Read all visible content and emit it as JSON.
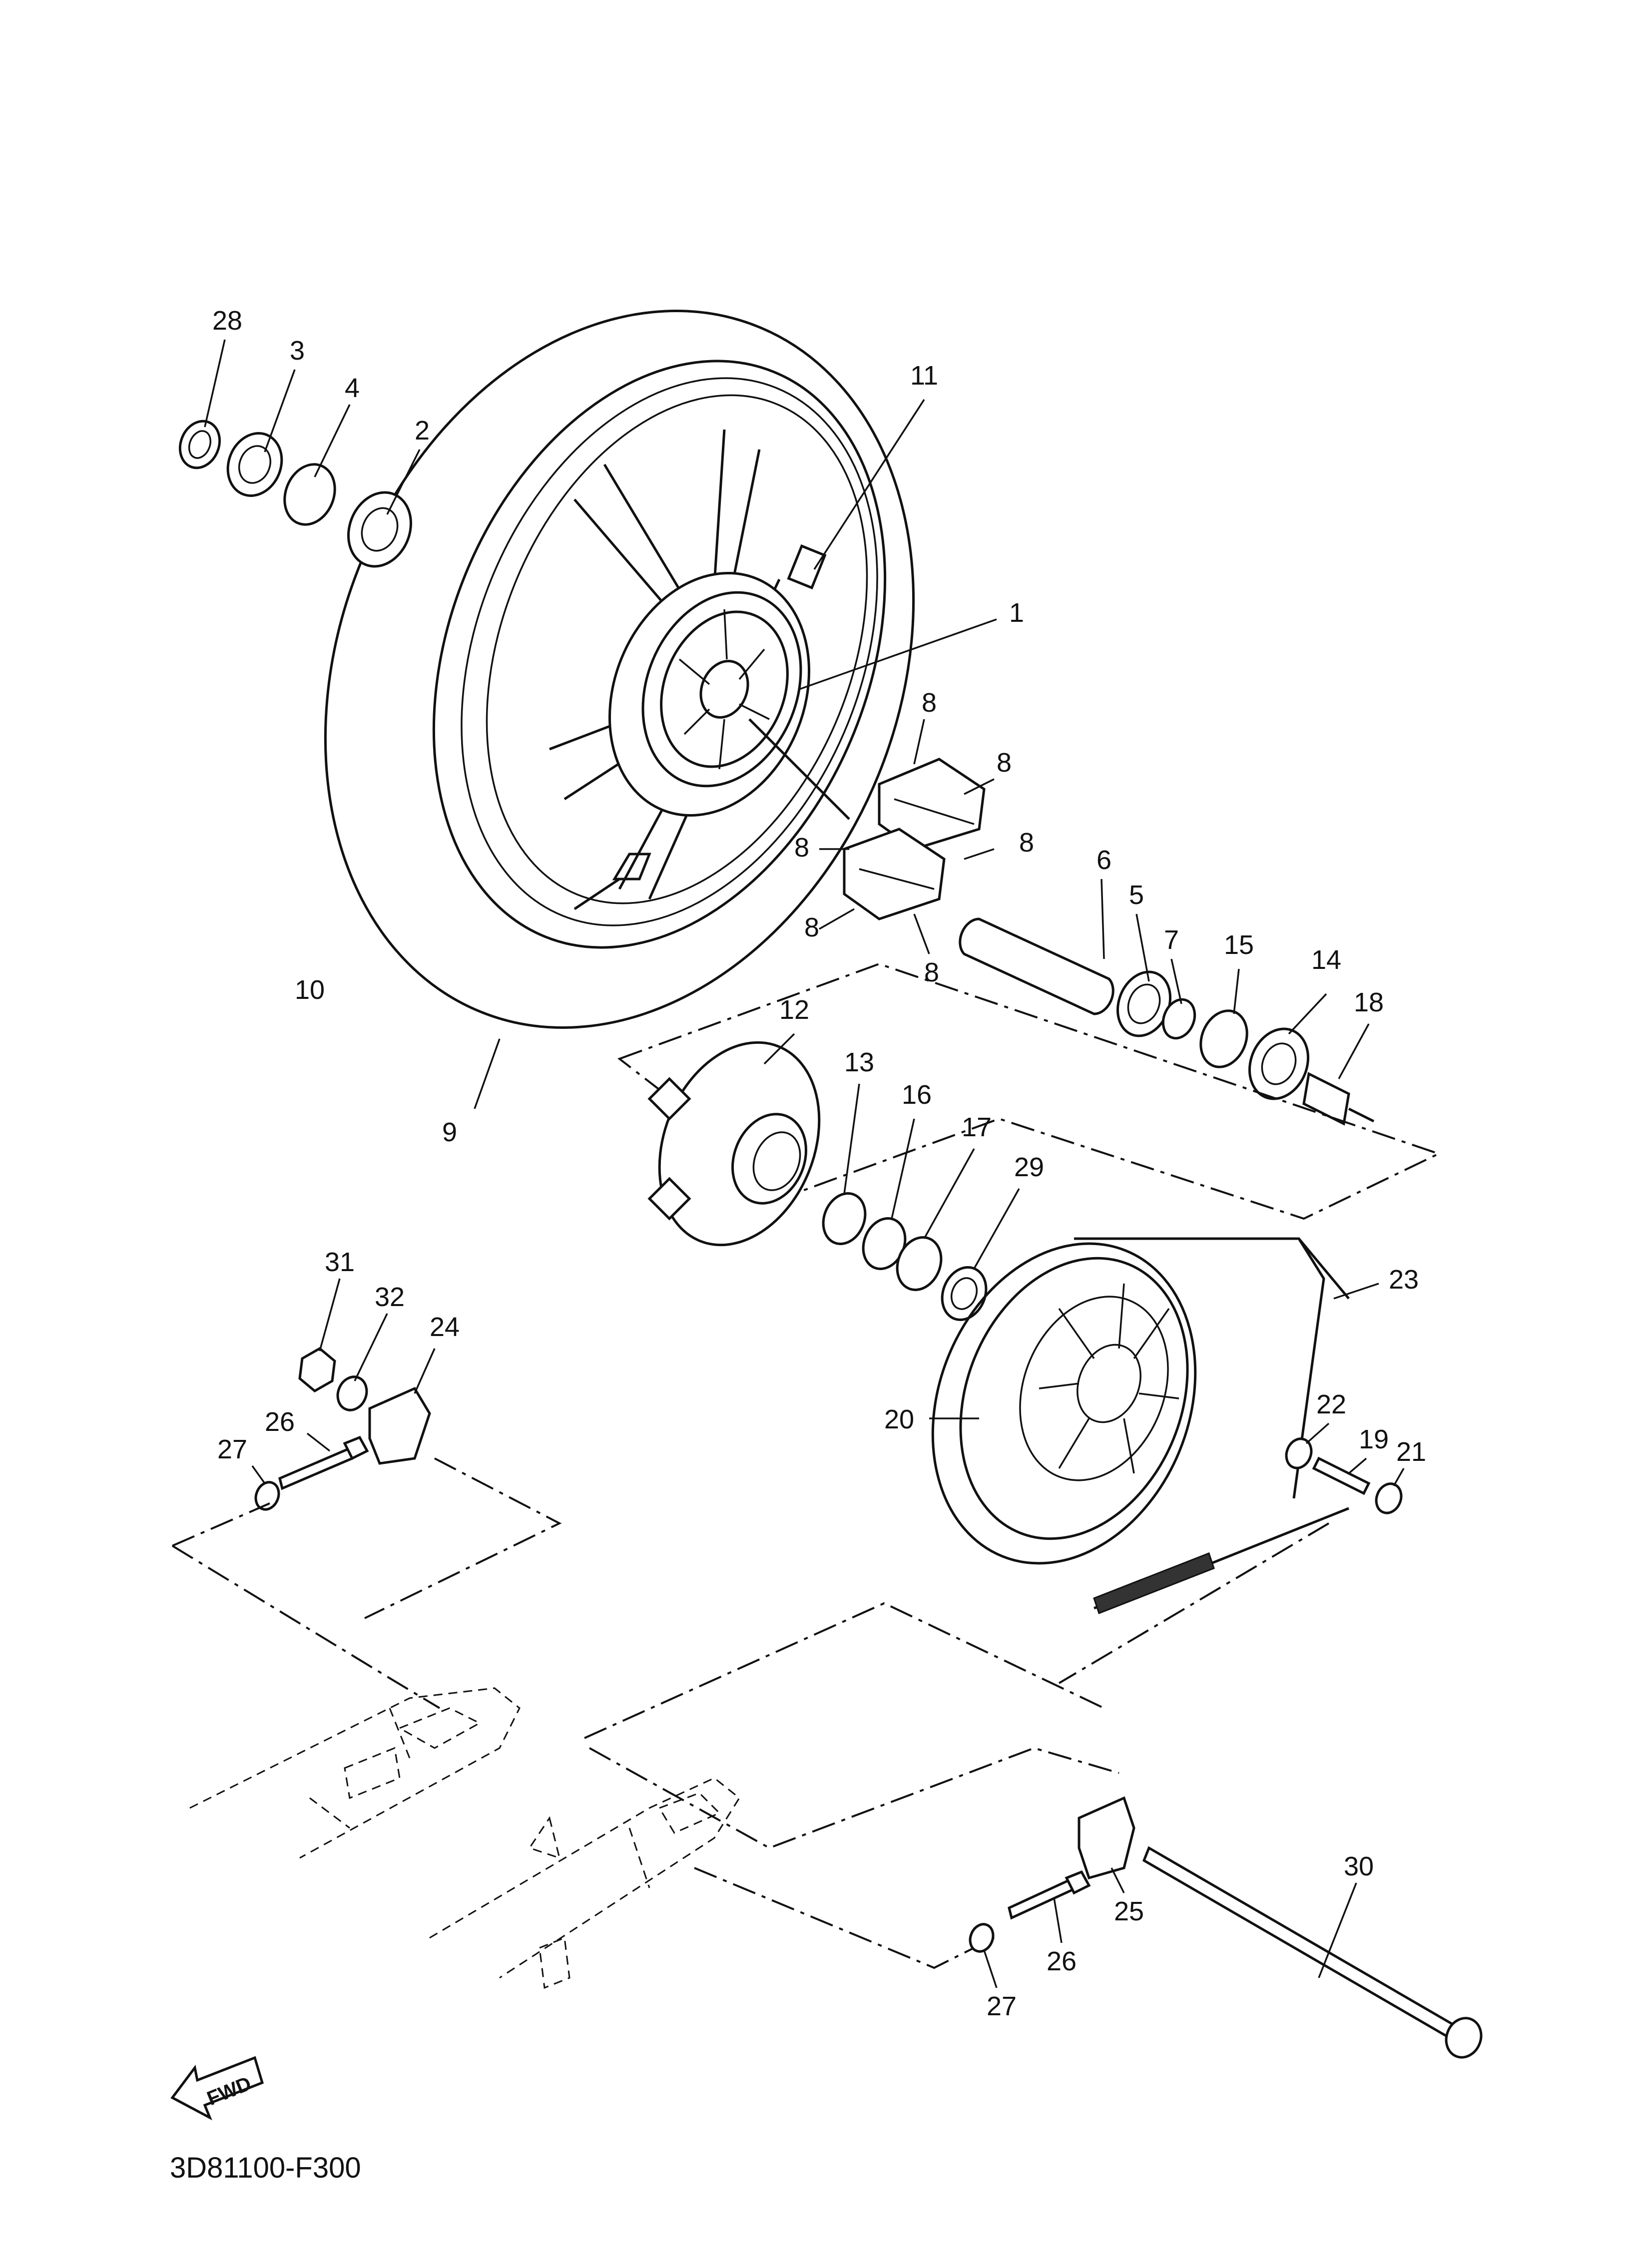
{
  "diagram": {
    "code": "3D81100-F300",
    "fwd_label": "FWD",
    "callouts": {
      "c1": "1",
      "c2": "2",
      "c3": "3",
      "c4": "4",
      "c5": "5",
      "c6": "6",
      "c7": "7",
      "c8a": "8",
      "c8b": "8",
      "c8c": "8",
      "c8d": "8",
      "c8e": "8",
      "c8f": "8",
      "c9": "9",
      "c10": "10",
      "c11": "11",
      "c12": "12",
      "c13": "13",
      "c14": "14",
      "c15": "15",
      "c16": "16",
      "c17": "17",
      "c18": "18",
      "c19": "19",
      "c20": "20",
      "c21": "21",
      "c22": "22",
      "c23": "23",
      "c24": "24",
      "c25": "25",
      "c26a": "26",
      "c26b": "26",
      "c27a": "27",
      "c27b": "27",
      "c28": "28",
      "c29": "29",
      "c30": "30",
      "c31": "31",
      "c32": "32"
    }
  }
}
